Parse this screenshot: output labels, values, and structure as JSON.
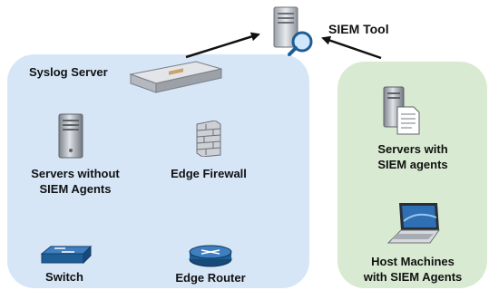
{
  "colors": {
    "left_panel": "#d6e6f7",
    "right_panel": "#d9ead3",
    "arrow": "#111111",
    "icon_blue": "#1e5d95"
  },
  "siem_tool": {
    "label": "SIEM Tool",
    "icon": "server-with-magnifier-icon"
  },
  "syslog_server": {
    "label": "Syslog Server",
    "icon": "rack-server-icon"
  },
  "left_group": {
    "servers": {
      "label_line1": "Servers without",
      "label_line2": "SIEM Agents",
      "icon": "tower-server-icon"
    },
    "firewall": {
      "label": "Edge Firewall",
      "icon": "firewall-icon"
    },
    "switch": {
      "label": "Switch",
      "icon": "switch-icon"
    },
    "router": {
      "label": "Edge Router",
      "icon": "router-icon"
    }
  },
  "right_group": {
    "servers": {
      "label_line1": "Servers with",
      "label_line2": "SIEM agents",
      "icon": "server-with-document-icon"
    },
    "hosts": {
      "label_line1": "Host Machines",
      "label_line2": "with SIEM Agents",
      "icon": "laptop-icon"
    }
  }
}
